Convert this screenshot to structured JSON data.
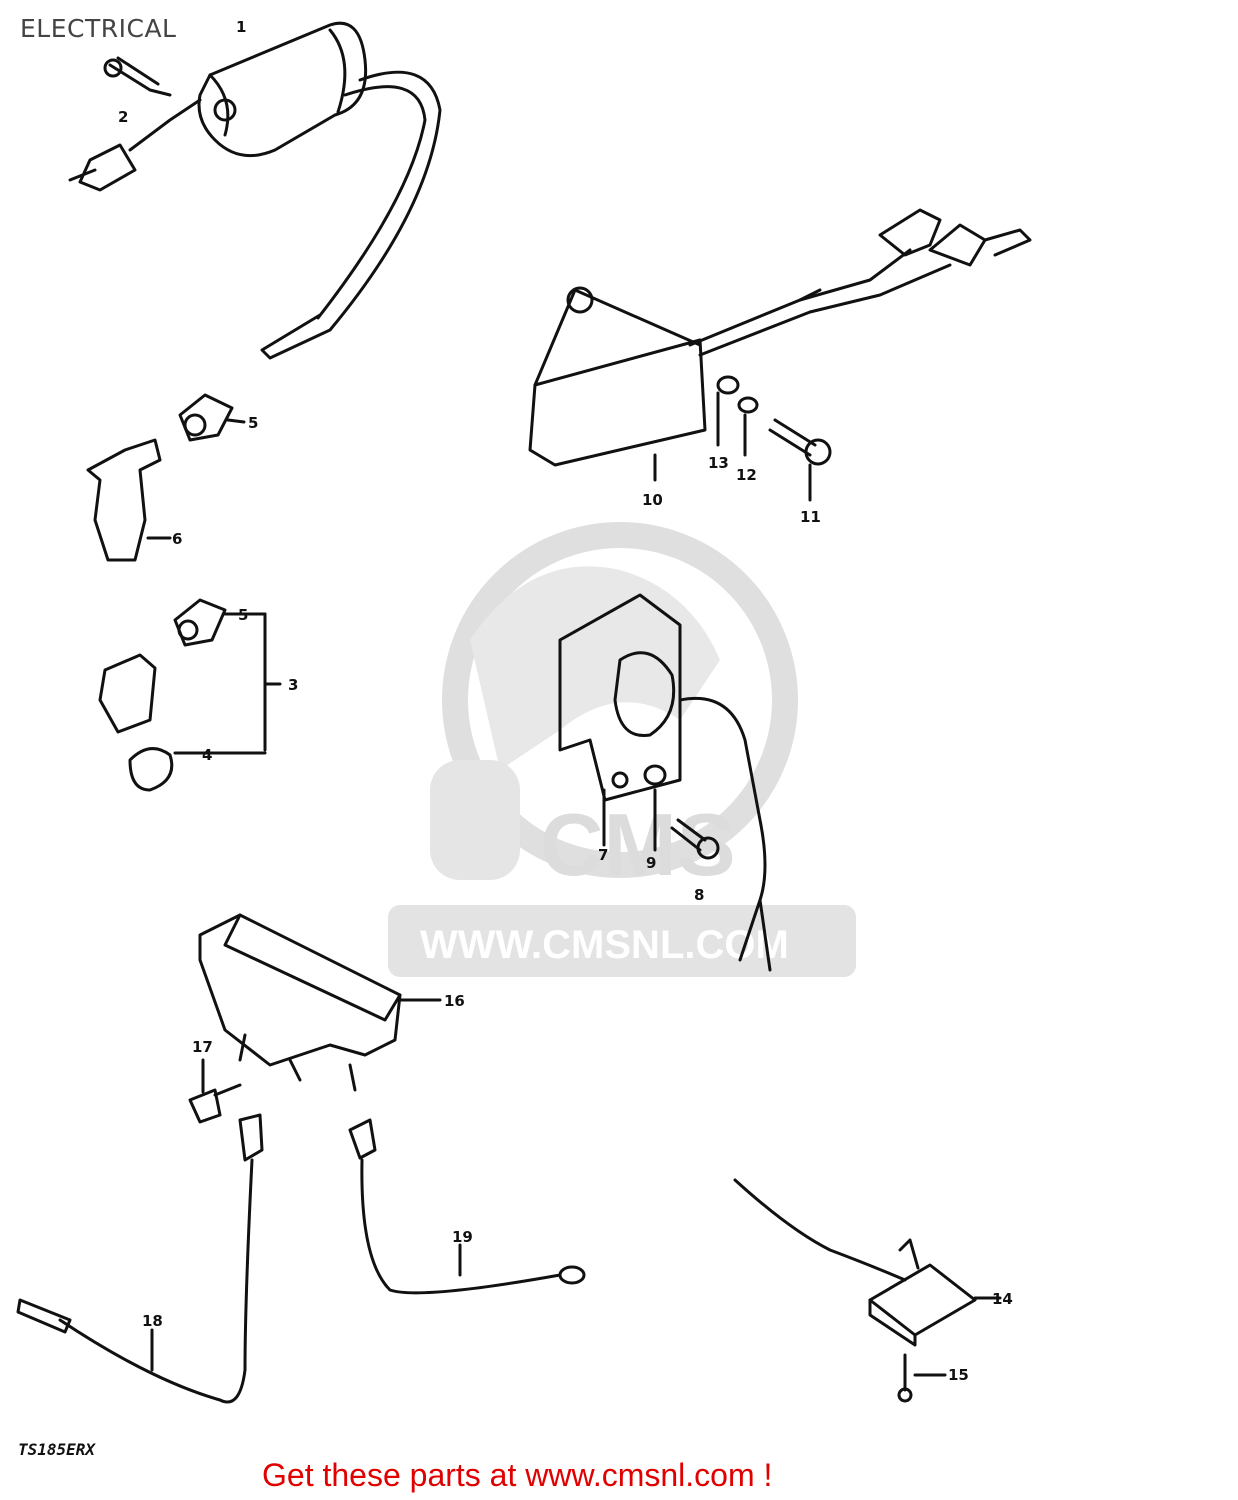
{
  "header": {
    "title": "ELECTRICAL"
  },
  "watermark": {
    "logo_text": "CMS",
    "url_text": "WWW.CMSNL.COM"
  },
  "callouts": [
    {
      "id": "c1",
      "text": "1"
    },
    {
      "id": "c2",
      "text": "2"
    },
    {
      "id": "c5a",
      "text": "5"
    },
    {
      "id": "c6",
      "text": "6"
    },
    {
      "id": "c5b",
      "text": "5"
    },
    {
      "id": "c3",
      "text": "3"
    },
    {
      "id": "c4",
      "text": "4"
    },
    {
      "id": "c10",
      "text": "10"
    },
    {
      "id": "c13",
      "text": "13"
    },
    {
      "id": "c12",
      "text": "12"
    },
    {
      "id": "c11",
      "text": "11"
    },
    {
      "id": "c7",
      "text": "7"
    },
    {
      "id": "c9",
      "text": "9"
    },
    {
      "id": "c8",
      "text": "8"
    },
    {
      "id": "c16",
      "text": "16"
    },
    {
      "id": "c17",
      "text": "17"
    },
    {
      "id": "c19",
      "text": "19"
    },
    {
      "id": "c18",
      "text": "18"
    },
    {
      "id": "c14",
      "text": "14"
    },
    {
      "id": "c15",
      "text": "15"
    }
  ],
  "footer": {
    "model_code": "TS185ERX",
    "cta": "Get these parts at www.cmsnl.com !"
  },
  "colors": {
    "line": "#111111",
    "watermark": "#d9d9d9",
    "cta": "#e00000"
  }
}
